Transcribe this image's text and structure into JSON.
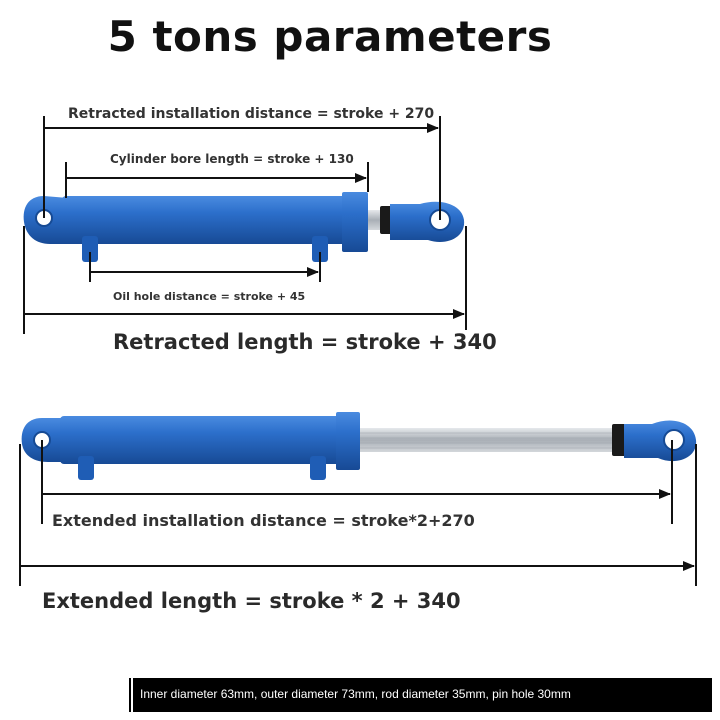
{
  "title": "5 tons parameters",
  "labels": {
    "retracted_installation_distance": "Retracted installation distance = stroke + 270",
    "cylinder_bore_length": "Cylinder bore length = stroke + 130",
    "oil_hole_distance": "Oil hole distance = stroke + 45",
    "retracted_length": "Retracted length = stroke + 340",
    "extended_installation_distance": "Extended installation distance = stroke*2+270",
    "extended_length": "Extended length = stroke * 2 + 340"
  },
  "spec_line": "Inner diameter 63mm, outer diameter 73mm, rod diameter 35mm, pin hole 30mm",
  "colors": {
    "cylinder_blue": "#2366c2",
    "cylinder_dark": "#164a94",
    "rod_chrome": "#b9bec4",
    "dimension_line": "#111111"
  }
}
